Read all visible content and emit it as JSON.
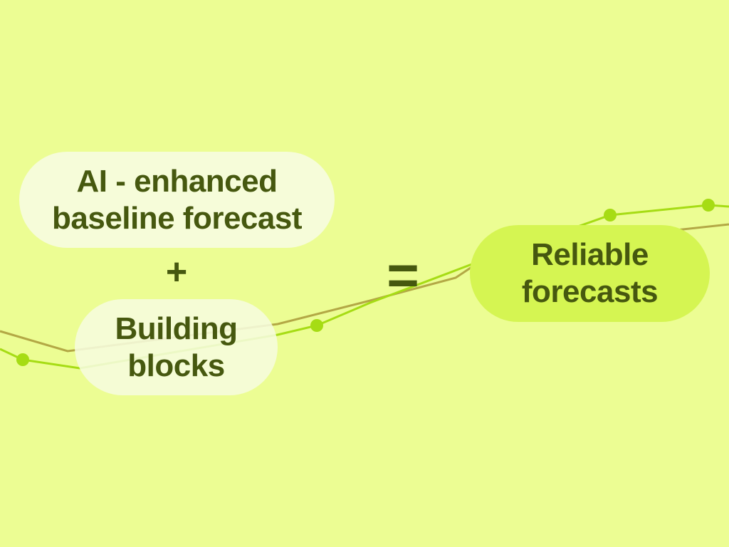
{
  "diagram": {
    "term1": "AI - enhanced baseline forecast",
    "plus": "+",
    "term2": "Building blocks",
    "equals": "=",
    "result": "Reliable forecasts"
  },
  "colors": {
    "background": "#ecfd93",
    "text": "#46580f",
    "line_olive": "#b3a845",
    "line_green": "#a6dc14",
    "result_pill": "#d5f552"
  }
}
